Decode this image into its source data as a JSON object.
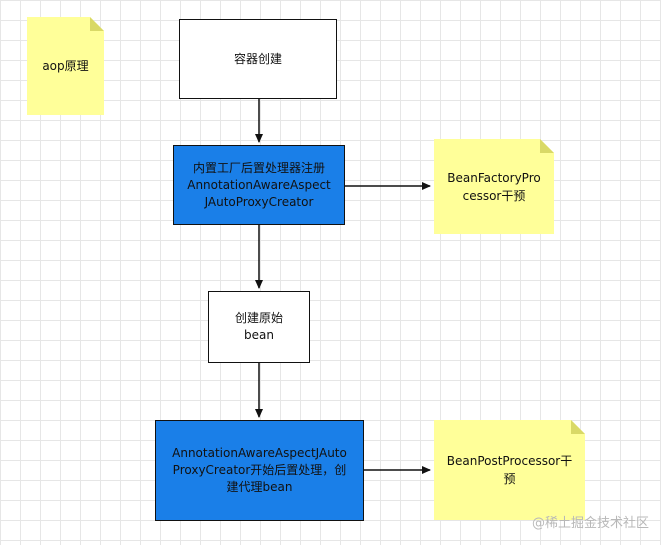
{
  "nodes": {
    "create_container": "容器创建",
    "register_creator": "内置工厂后置处理器注册\nAnnotationAwareAspect\nJAutoProxyCreator",
    "create_bean": "创建原始\nbean",
    "post_process": "AnnotationAwareAspectJAuto\nProxyCreator开始后置处理，创\n建代理bean"
  },
  "notes": {
    "aop": "aop原理",
    "factory_processor": "BeanFactoryPro\ncessor干预",
    "post_processor": "BeanPostProcessor干\n预"
  },
  "watermark": "@稀土掘金技术社区",
  "colors": {
    "process_blue": "#1a7fe8",
    "note_yellow": "#ffff99"
  }
}
